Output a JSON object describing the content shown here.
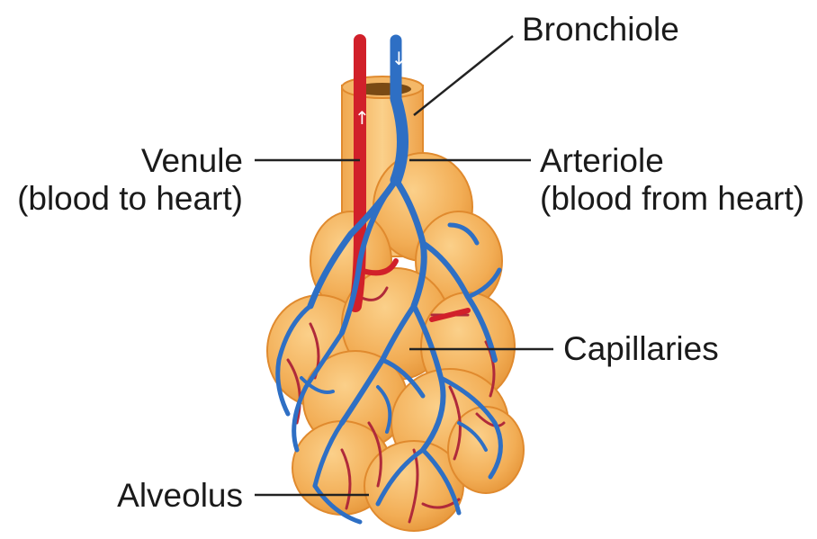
{
  "labels": {
    "bronchiole": "Bronchiole",
    "venule": "Venule",
    "venule_sub": "(blood to heart)",
    "arteriole": "Arteriole",
    "arteriole_sub": "(blood from heart)",
    "capillaries": "Capillaries",
    "alveolus": "Alveolus"
  },
  "colors": {
    "tissue": "#f5b563",
    "tissue_edge": "#e08a2e",
    "artery_blue": "#2e6fc4",
    "vein_red": "#d1202a",
    "capillary_red": "#b02a3a",
    "leader": "#222222"
  },
  "flow_markers": {
    "venule_arrow": "up-arrow",
    "arteriole_arrow": "down-arrow"
  }
}
